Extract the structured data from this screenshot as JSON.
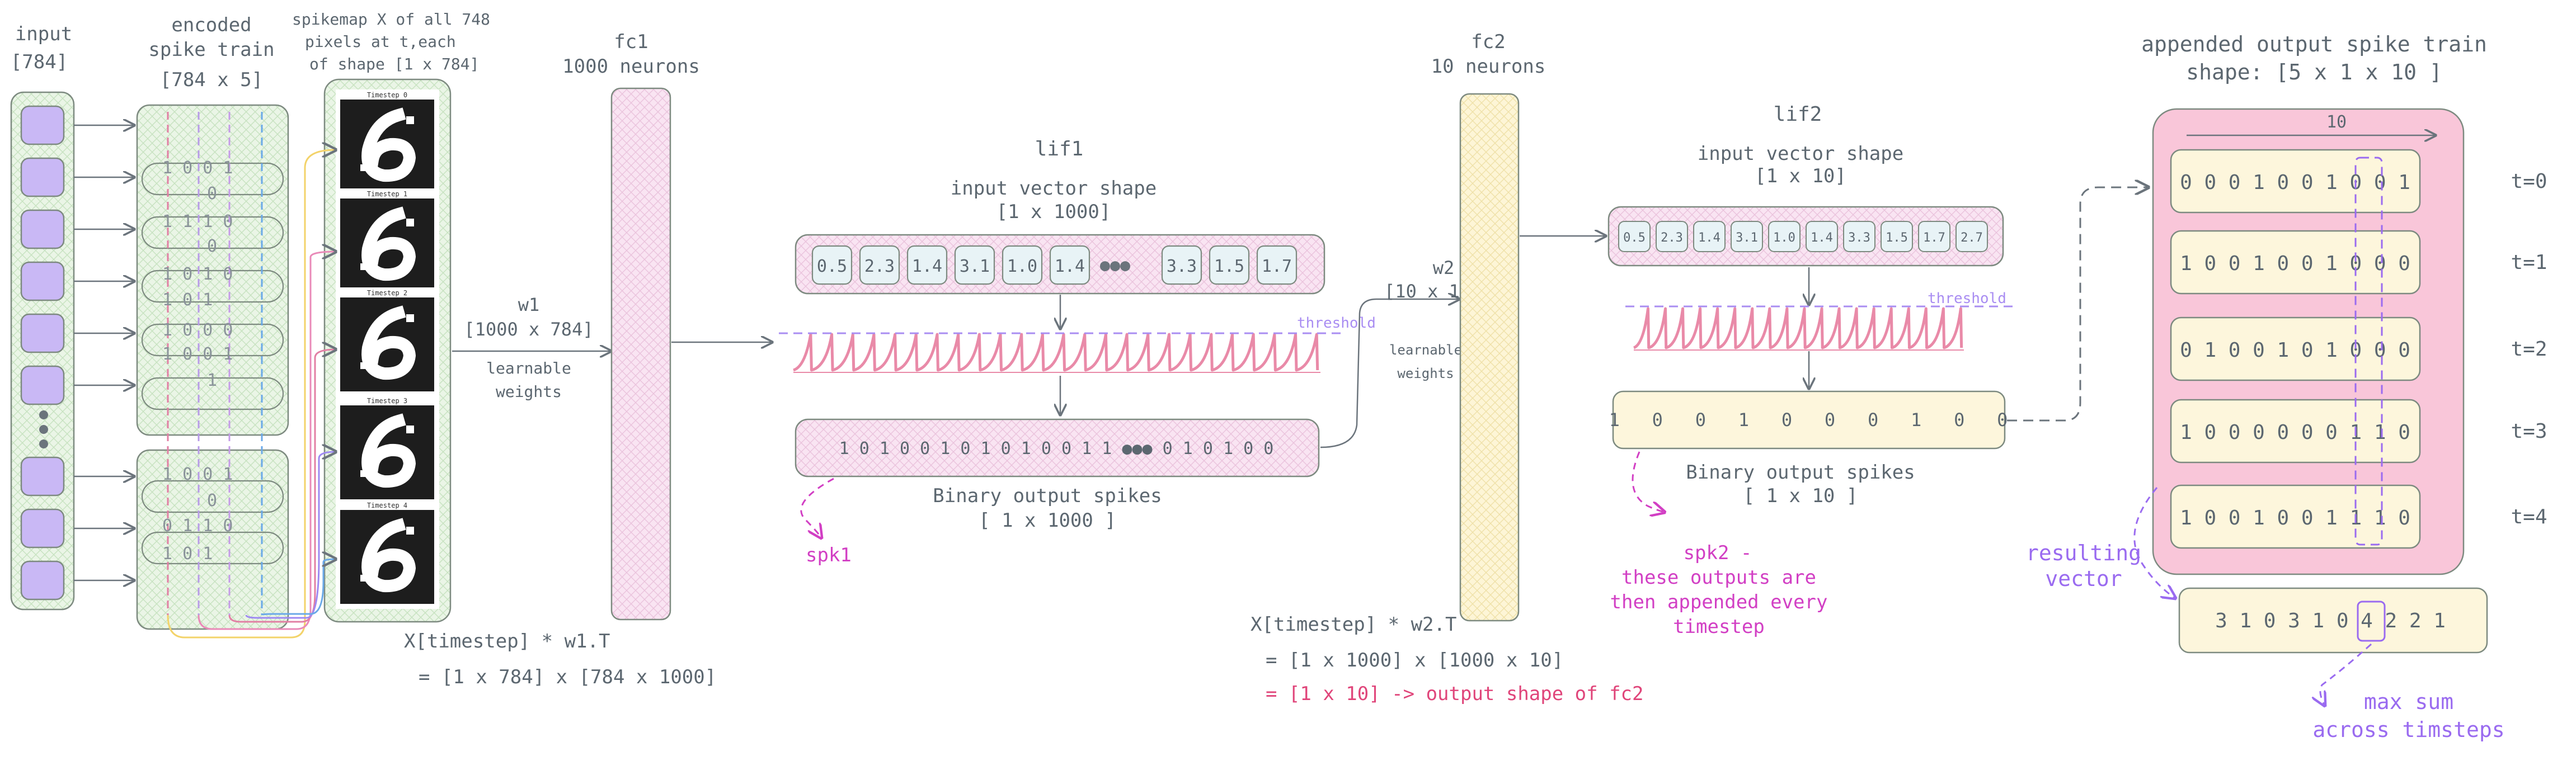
{
  "labels": {
    "input_title": "input",
    "input_shape": "[784]",
    "encoded_l1": "encoded",
    "encoded_l2": "spike train",
    "encoded_shape": "[784 x 5]",
    "spikemap_l1": "spikemap X of all 748",
    "spikemap_l2": "pixels at t,each",
    "spikemap_l3": "of shape [1 x 784]",
    "w1_title": "w1",
    "w1_shape": "[1000 x 784]",
    "learnable_l1": "learnable",
    "learnable_l2": "weights",
    "fc1_title": "fc1",
    "fc1_sub": "1000 neurons",
    "formula1_l1": "X[timestep] * w1.T",
    "formula1_l2": "= [1 x 784] x [784 x 1000]",
    "lif1_title": "lif1",
    "lif1_in_l1": "input vector shape",
    "lif1_in_l2": "[1 x 1000]",
    "threshold": "threshold",
    "lif1_spikes": "1 0 1 0 0 1 0 1 0 1 0 0 1 1 ●●● 0 1 0 1 0 0",
    "lif1_out_l1": "Binary output spikes",
    "lif1_out_l2": "[ 1 x 1000 ]",
    "spk1": "spk1",
    "w2_title": "w2",
    "w2_shape": "[10 x 1000]",
    "learnable2_l1": "learnable",
    "learnable2_l2": "weights",
    "fc2_title": "fc2",
    "fc2_sub": "10 neurons",
    "formula2_l1": "X[timestep] * w2.T",
    "formula2_l2": "= [1 x 1000] x [1000 x 10]",
    "formula2_l3": "= [1 x 10] -> output shape of fc2",
    "lif2_title": "lif2",
    "lif2_in_l1": "input vector shape",
    "lif2_in_l2": "[1 x 10]",
    "lif2_spikes": "1   0   0   1   0   0   0   1   0   0",
    "lif2_out_l1": "Binary output spikes",
    "lif2_out_l2": "[ 1 x 10 ]",
    "spk2_l1": "spk2 -",
    "spk2_l2": "these outputs are",
    "spk2_l3": "then appended every",
    "spk2_l4": "timestep",
    "append_l1": "appended output spike train",
    "append_l2": "shape: [5 x 1 x 10 ]",
    "width_label": "10",
    "resulting_l1": "resulting",
    "resulting_l2": "vector",
    "sum_row": "3 1 0 3 1 0 4 2 2 1",
    "maxsum_l1": "max sum",
    "maxsum_l2": "across timsteps"
  },
  "encoded_rows_top": [
    "1  0  0  1",
    "0",
    "1  1  1  0",
    "0",
    "1  0  1  0",
    "1  0  1",
    "1  0  0  0",
    "1  0  0  1",
    "1"
  ],
  "encoded_rows_bottom": [
    "1  0  0  1",
    "0",
    "0  1  1  0",
    "1  0  1"
  ],
  "frame_labels": [
    "Timestep 0",
    "Timestep 1",
    "Timestep 2",
    "Timestep 3",
    "Timestep 4"
  ],
  "lif1_values": [
    "0.5",
    "2.3",
    "1.4",
    "3.1",
    "1.0",
    "1.4",
    "●●●",
    "3.3",
    "1.5",
    "1.7"
  ],
  "lif2_values": [
    "0.5",
    "2.3",
    "1.4",
    "3.1",
    "1.0",
    "1.4",
    "3.3",
    "1.5",
    "1.7",
    "2.7"
  ],
  "spike_train_rows": [
    {
      "bits": "0 0 0 1 0 0 1 0 0 1",
      "t": "t=0"
    },
    {
      "bits": "1 0 0 1 0 0 1 0 0 0",
      "t": "t=1"
    },
    {
      "bits": "0 1 0 0 1 0 1 0 0 0",
      "t": "t=2"
    },
    {
      "bits": "1 0 0 0 0 0 0 1 1 0",
      "t": "t=3"
    },
    {
      "bits": "1 0 0 1 0 0 1 1 1 0",
      "t": "t=4"
    }
  ],
  "colors": {
    "text": "#5c6770",
    "input_fill": "#c9b8f5",
    "green_panel": "#e7f3e4",
    "pink_panel": "#f7dcef",
    "yellow_panel": "#fdf4d4",
    "spike": "#e98aa8",
    "threshold": "#a98df2",
    "accent_purple": "#9a6bf0",
    "accent_magenta": "#d23fc4",
    "accent_red": "#e0457a",
    "outer_pink": "#f9c6d9",
    "cream": "#fdf6dc"
  }
}
